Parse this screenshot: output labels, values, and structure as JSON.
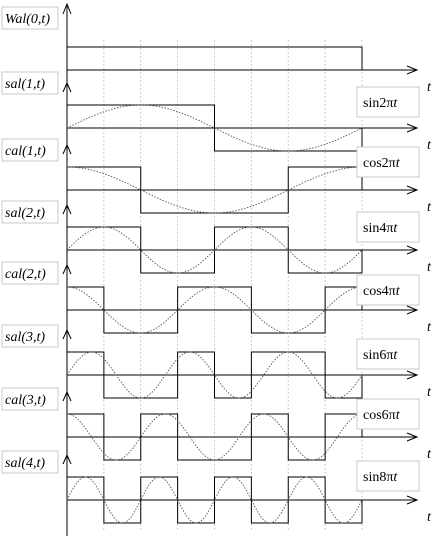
{
  "t_label": "t",
  "rows": [
    {
      "label": "Wal(0,t)",
      "seq": [
        1,
        1,
        1,
        1,
        1,
        1,
        1,
        1
      ],
      "trig": null
    },
    {
      "label": "sal(1,t)",
      "seq": [
        1,
        1,
        1,
        1,
        -1,
        -1,
        -1,
        -1
      ],
      "trig": {
        "fn": "sin",
        "coef": "2",
        "pi": "π",
        "var": "t"
      }
    },
    {
      "label": "cal(1,t)",
      "seq": [
        1,
        1,
        -1,
        -1,
        -1,
        -1,
        1,
        1
      ],
      "trig": {
        "fn": "cos",
        "coef": "2",
        "pi": "π",
        "var": "t"
      }
    },
    {
      "label": "sal(2,t)",
      "seq": [
        1,
        1,
        -1,
        -1,
        1,
        1,
        -1,
        -1
      ],
      "trig": {
        "fn": "sin",
        "coef": "4",
        "pi": "π",
        "var": "t"
      }
    },
    {
      "label": "cal(2,t)",
      "seq": [
        1,
        -1,
        -1,
        1,
        1,
        -1,
        -1,
        1
      ],
      "trig": {
        "fn": "cos",
        "coef": "4",
        "pi": "π",
        "var": "t"
      }
    },
    {
      "label": "sal(3,t)",
      "seq": [
        1,
        -1,
        -1,
        1,
        -1,
        1,
        1,
        -1
      ],
      "trig": {
        "fn": "sin",
        "coef": "6",
        "pi": "π",
        "var": "t"
      }
    },
    {
      "label": "cal(3,t)",
      "seq": [
        1,
        -1,
        1,
        -1,
        -1,
        1,
        -1,
        1
      ],
      "trig": {
        "fn": "cos",
        "coef": "6",
        "pi": "π",
        "var": "t"
      }
    },
    {
      "label": "sal(4,t)",
      "seq": [
        1,
        -1,
        1,
        -1,
        1,
        -1,
        1,
        -1
      ],
      "trig": {
        "fn": "sin",
        "coef": "8",
        "pi": "π",
        "var": "t"
      }
    }
  ]
}
